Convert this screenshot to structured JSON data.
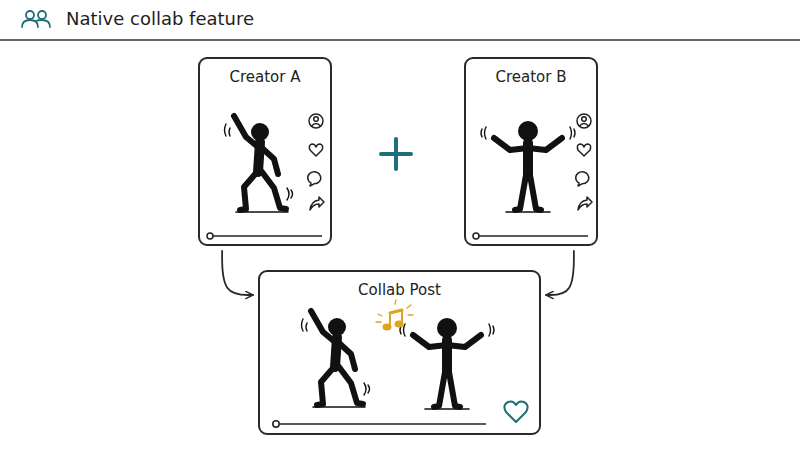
{
  "diagram": {
    "title": "Native collab feature",
    "nodes": [
      {
        "text": [
          "Creator A"
        ]
      },
      {
        "text": [
          "Creator B"
        ]
      },
      {
        "text": [
          "Collab Post"
        ]
      }
    ],
    "edges": [
      {
        "from": 0,
        "to": 2,
        "arrow": "to"
      },
      {
        "from": 1,
        "to": 2,
        "arrow": "to"
      }
    ]
  }
}
